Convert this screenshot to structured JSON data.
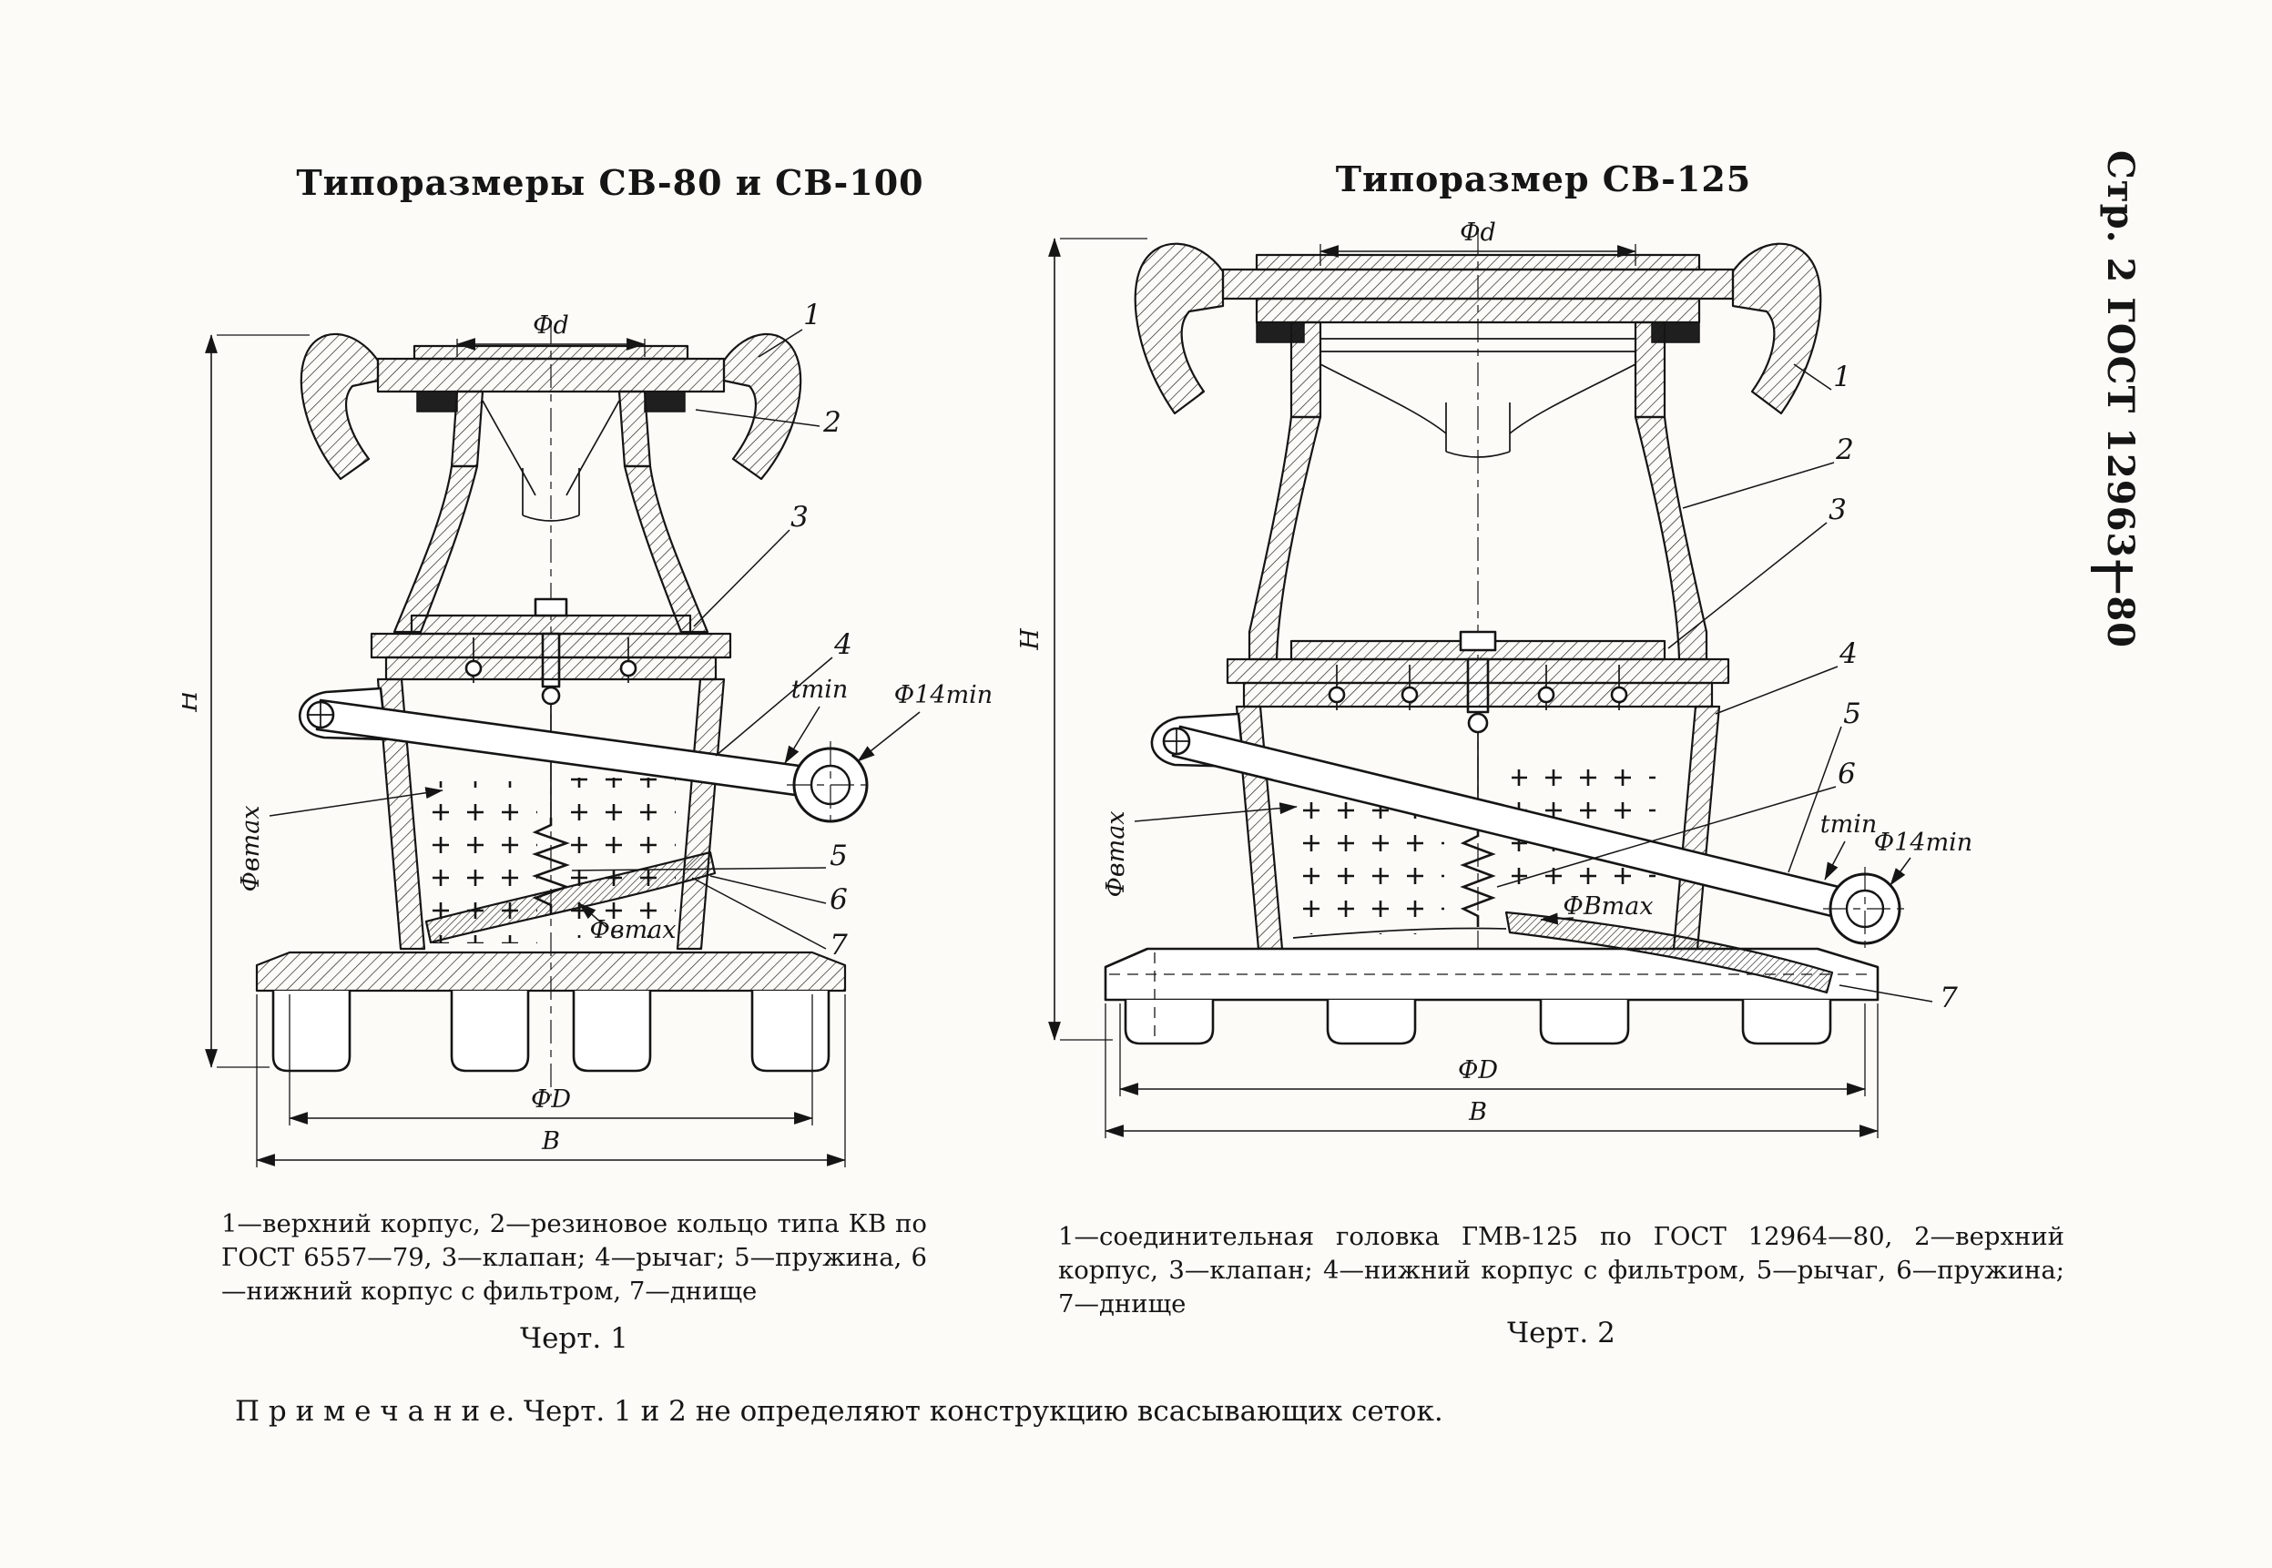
{
  "page": {
    "side_label": "Стр. 2 ГОСТ 12963—80",
    "note_label": "П р и м е ч а н и е.",
    "note_text": "Черт. 1 и 2 не определяют конструкцию всасывающих сеток."
  },
  "fig1": {
    "title": "Типоразмеры СВ-80 и СВ-100",
    "caption": "1—верхний корпус, 2—резиновое кольцо типа КВ по ГОСТ 6557—79, 3—клапан; 4—рычаг; 5—пружина, 6—нижний корпус с фильтром, 7—днище",
    "figure_label": "Черт. 1",
    "callouts": [
      "1",
      "2",
      "3",
      "4",
      "5",
      "6",
      "7"
    ],
    "dims": {
      "phi_d": "Фd",
      "height": "Н",
      "phi_v_max": "Фвmax",
      "t_min": "tmin",
      "phi_14_min": "Ф14min",
      "phi_v_max_bottom": "Фвmax",
      "phi_D": "ФD",
      "width_B": "В"
    }
  },
  "fig2": {
    "title": "Типоразмер СВ-125",
    "caption": "1—соединительная головка ГМВ-125 по ГОСТ 12964—80, 2—верхний корпус, 3—клапан; 4—нижний корпус с фильтром, 5—рычаг, 6—пружина; 7—днище",
    "figure_label": "Черт. 2",
    "callouts": [
      "1",
      "2",
      "3",
      "4",
      "5",
      "6",
      "7"
    ],
    "dims": {
      "phi_d": "Фd",
      "height": "Н",
      "phi_v_max": "Фвmax",
      "t_min": "tmin",
      "phi_14_min": "Ф14min",
      "phi_v_max_bottom": "ФВmax",
      "phi_D": "ФD",
      "width_B": "В"
    }
  }
}
